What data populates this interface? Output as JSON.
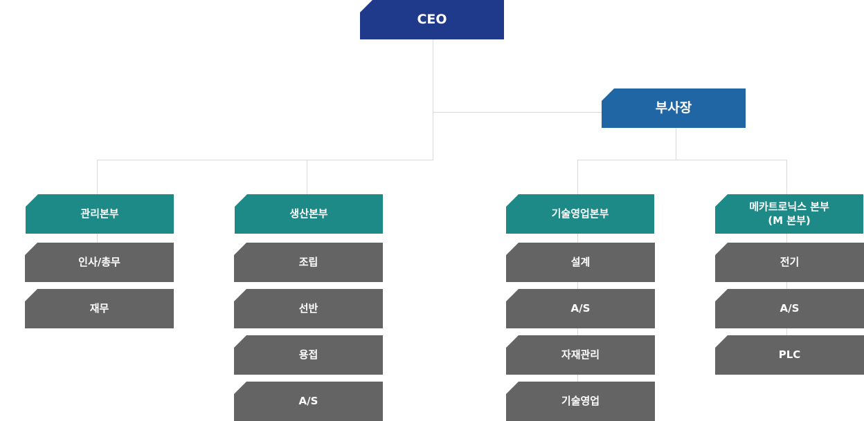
{
  "ceo": "CEO",
  "vp": "부사장",
  "divisions": {
    "admin": {
      "title": "관리본부",
      "teams": [
        "인사/총무",
        "재무"
      ]
    },
    "production": {
      "title": "생산본부",
      "teams": [
        "조립",
        "선반",
        "용접",
        "A/S"
      ]
    },
    "tech_sales": {
      "title": "기술영업본부",
      "teams": [
        "설계",
        "A/S",
        "자재관리",
        "기술영업"
      ]
    },
    "mechatronics": {
      "title_line1": "메카트로닉스 본부",
      "title_line2": "(M 본부)",
      "teams": [
        "전기",
        "A/S",
        "PLC"
      ]
    }
  },
  "colors": {
    "ceo": "#1f3a8a",
    "vp": "#2166a4",
    "division": "#1e8a88",
    "team": "#646464",
    "connector": "#d9d9d9"
  }
}
